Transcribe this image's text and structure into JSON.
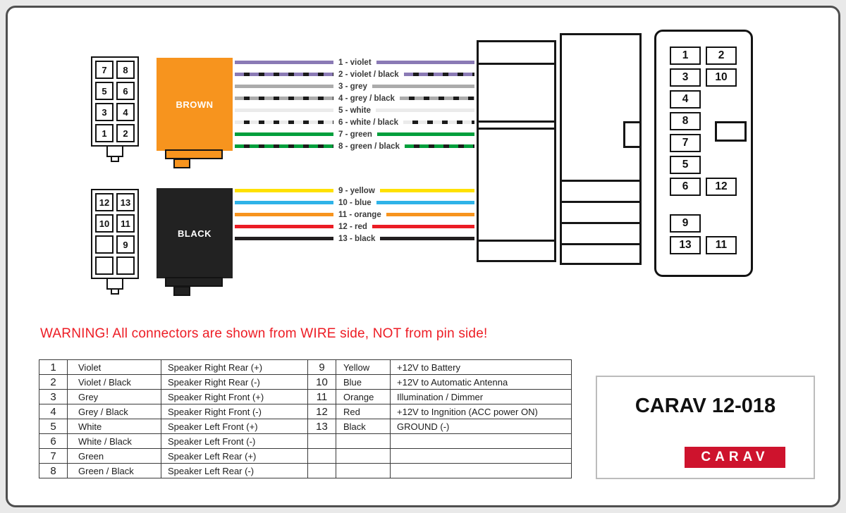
{
  "warning": {
    "text": "WARNING! All connectors are shown from WIRE side, NOT from pin side!"
  },
  "product": {
    "model": "CARAV 12-018",
    "brand": "CARAV"
  },
  "colors": {
    "warning": "#ed1c24",
    "brand": "#ce132d",
    "brown_block": "#f7941e",
    "black_block": "#222222"
  },
  "connectors": {
    "brown": {
      "label": "BROWN",
      "pins": [
        [
          "7",
          "8"
        ],
        [
          "5",
          "6"
        ],
        [
          "3",
          "4"
        ],
        [
          "1",
          "2"
        ]
      ]
    },
    "black": {
      "label": "BLACK",
      "pins": [
        [
          "12",
          "13"
        ],
        [
          "10",
          "11"
        ],
        [
          "",
          "9"
        ],
        [
          "",
          ""
        ]
      ]
    }
  },
  "wires": {
    "brown": [
      {
        "label": "1 - violet",
        "color": "#8a7ab5",
        "stripe": ""
      },
      {
        "label": "2 - violet / black",
        "color": "#8a7ab5",
        "stripe": "#1b1b1b"
      },
      {
        "label": "3 - grey",
        "color": "#ababab",
        "stripe": ""
      },
      {
        "label": "4 - grey / black",
        "color": "#ababab",
        "stripe": "#1b1b1b"
      },
      {
        "label": "5 - white",
        "color": "#ebebeb",
        "stripe": ""
      },
      {
        "label": "6 - white / black",
        "color": "#ebebeb",
        "stripe": "#1b1b1b"
      },
      {
        "label": "7 - green",
        "color": "#019f3c",
        "stripe": ""
      },
      {
        "label": "8 - green / black",
        "color": "#019f3c",
        "stripe": "#1b1b1b"
      }
    ],
    "black": [
      {
        "label": "9 - yellow",
        "color": "#ffe100",
        "stripe": ""
      },
      {
        "label": "10 - blue",
        "color": "#2fb3e8",
        "stripe": ""
      },
      {
        "label": "11 - orange",
        "color": "#f7941e",
        "stripe": ""
      },
      {
        "label": "12 - red",
        "color": "#eb1c24",
        "stripe": ""
      },
      {
        "label": "13 - black",
        "color": "#231f20",
        "stripe": ""
      }
    ]
  },
  "iso_pinout": {
    "rows": [
      {
        "cells": [
          "1",
          "2"
        ]
      },
      {
        "cells": [
          "3",
          "10"
        ]
      },
      {
        "cells": [
          "4"
        ]
      },
      {
        "cells": [
          "8"
        ]
      },
      {
        "cells": [
          "7"
        ]
      },
      {
        "cells": [
          "5"
        ]
      },
      {
        "cells": [
          "6",
          "12"
        ]
      },
      {
        "cells": [
          "9"
        ]
      },
      {
        "cells": [
          "13",
          "11"
        ]
      }
    ]
  },
  "table": {
    "left_rows": [
      {
        "pin": "1",
        "color": "Violet",
        "function": "Speaker Right Rear (+)"
      },
      {
        "pin": "2",
        "color": "Violet / Black",
        "function": "Speaker Right Rear (-)"
      },
      {
        "pin": "3",
        "color": "Grey",
        "function": "Speaker Right Front (+)"
      },
      {
        "pin": "4",
        "color": "Grey / Black",
        "function": "Speaker Right Front (-)"
      },
      {
        "pin": "5",
        "color": "White",
        "function": "Speaker Left Front (+)"
      },
      {
        "pin": "6",
        "color": "White / Black",
        "function": "Speaker Left Front (-)"
      },
      {
        "pin": "7",
        "color": "Green",
        "function": "Speaker Left Rear (+)"
      },
      {
        "pin": "8",
        "color": "Green / Black",
        "function": "Speaker Left Rear (-)"
      }
    ],
    "right_rows": [
      {
        "pin": "9",
        "color": "Yellow",
        "function": "+12V to Battery"
      },
      {
        "pin": "10",
        "color": "Blue",
        "function": "+12V to Automatic Antenna"
      },
      {
        "pin": "11",
        "color": "Orange",
        "function": "Illumination / Dimmer"
      },
      {
        "pin": "12",
        "color": "Red",
        "function": "+12V to Ingnition (ACC power ON)"
      },
      {
        "pin": "13",
        "color": "Black",
        "function": "GROUND (-)"
      },
      {
        "pin": "",
        "color": "",
        "function": ""
      },
      {
        "pin": "",
        "color": "",
        "function": ""
      },
      {
        "pin": "",
        "color": "",
        "function": ""
      }
    ]
  }
}
